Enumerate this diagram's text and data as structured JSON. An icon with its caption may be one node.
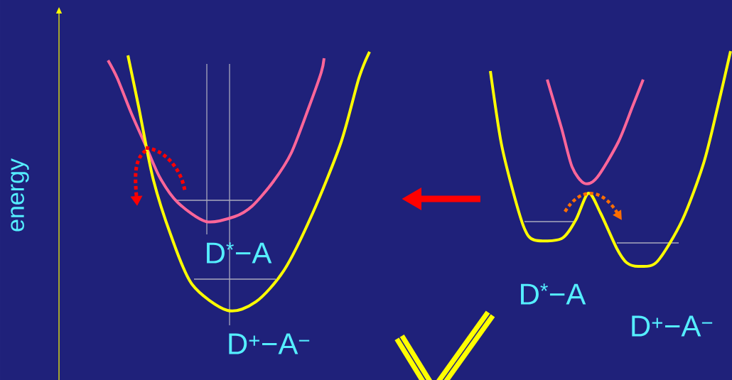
{
  "diagram": {
    "labels": [
      "energy",
      "D$^{*}$−A",
      "D$^{+}$−A$^{−}$",
      "D$^{*}$−A",
      "D$^{+}$−A$^{−}$"
    ]
  }
}
